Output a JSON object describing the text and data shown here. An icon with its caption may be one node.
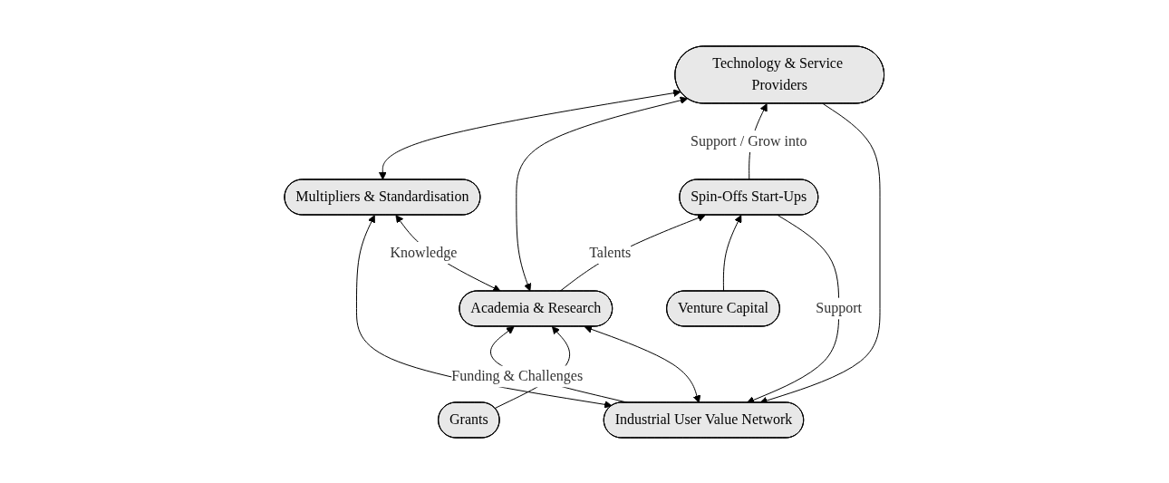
{
  "diagram": {
    "nodes": [
      {
        "text": [
          "Industrial User Value Network"
        ]
      },
      {
        "text": [
          "Multipliers & Standardisation"
        ]
      },
      {
        "text": [
          "Technology & Service Providers"
        ]
      },
      {
        "text": [
          "Academia & Research"
        ]
      },
      {
        "text": [
          "Spin-Offs Start-Ups"
        ]
      },
      {
        "text": [
          "Grants"
        ]
      },
      {
        "text": [
          "Venture Capital"
        ]
      }
    ],
    "edges": [
      {
        "from": 0,
        "to": 1,
        "arrow": "both"
      },
      {
        "from": 1,
        "to": 2,
        "arrow": "both"
      },
      {
        "from": 0,
        "to": 3,
        "arrow": "to",
        "label": "Funding & Challenges"
      },
      {
        "from": 3,
        "to": 0,
        "arrow": "both"
      },
      {
        "from": 3,
        "to": 1,
        "arrow": "both",
        "label": "Knowledge"
      },
      {
        "from": 3,
        "to": 2,
        "arrow": "both"
      },
      {
        "from": 4,
        "to": 0,
        "arrow": "to",
        "label": "Support"
      },
      {
        "from": 2,
        "to": 0,
        "arrow": "to"
      },
      {
        "from": 4,
        "to": 2,
        "arrow": "to",
        "label": "Support / Grow into"
      },
      {
        "from": 3,
        "to": 4,
        "arrow": "to",
        "label": "Talents"
      },
      {
        "from": 5,
        "to": 3,
        "arrow": "to"
      },
      {
        "from": 6,
        "to": 4,
        "arrow": "to"
      }
    ]
  }
}
